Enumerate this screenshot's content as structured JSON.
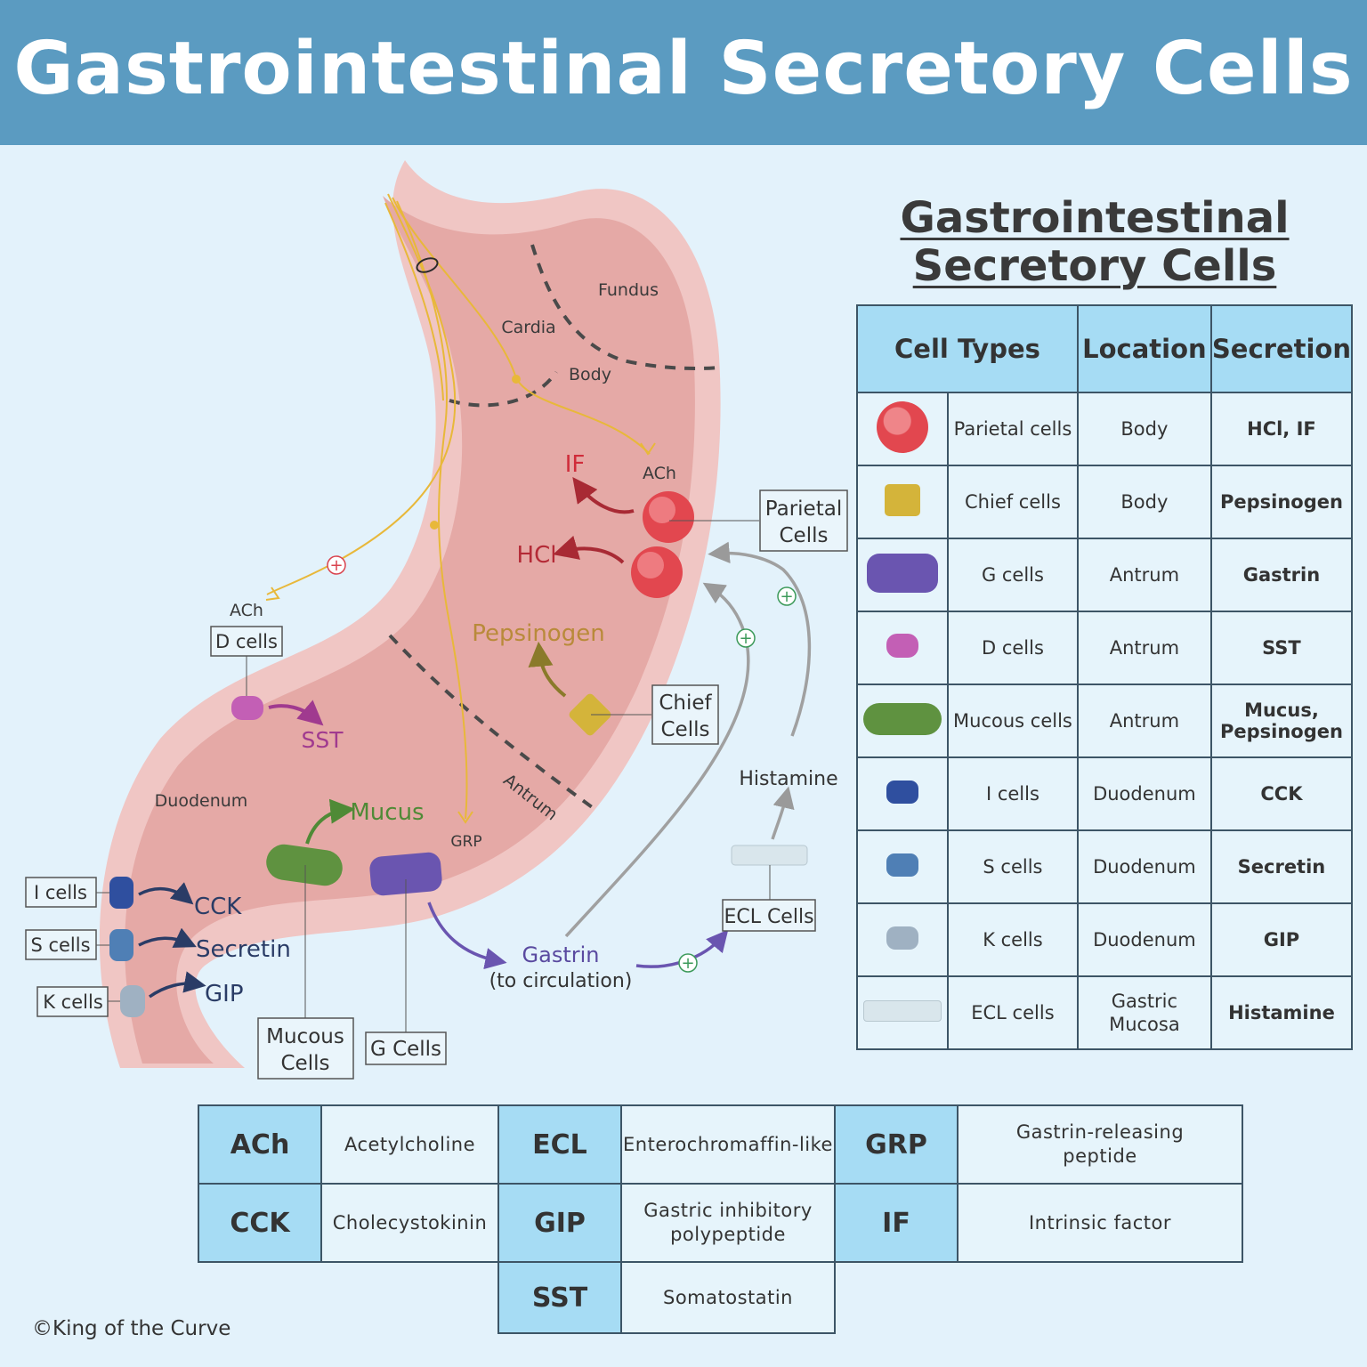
{
  "banner": {
    "title": "Gastrointestinal Secretory Cells"
  },
  "stomach": {
    "regions": {
      "fundus": "Fundus",
      "cardia": "Cardia",
      "body": "Body",
      "antrum": "Antrum",
      "duodenum": "Duodenum"
    },
    "nerve_labels": {
      "ach_top": "ACh",
      "ach_left": "ACh",
      "grp": "GRP"
    },
    "callouts": {
      "parietal": [
        "Parietal",
        "Cells"
      ],
      "chief": [
        "Chief",
        "Cells"
      ],
      "mucous": [
        "Mucous",
        "Cells"
      ],
      "g_cells": "G Cells",
      "d_cells": "D cells",
      "ecl_cells": "ECL Cells",
      "i_cells": "I cells",
      "s_cells": "S cells",
      "k_cells": "K cells"
    },
    "secretions": {
      "if": "IF",
      "hcl": "HCl",
      "pepsinogen": "Pepsinogen",
      "sst": "SST",
      "mucus": "Mucus",
      "cck": "CCK",
      "secretin": "Secretin",
      "gip": "GIP",
      "gastrin": "Gastrin",
      "gastrin_note": "(to circulation)",
      "histamine": "Histamine"
    },
    "colors": {
      "stomach_outer": "#f0c6c4",
      "stomach_inner": "#e5a9a6",
      "nerve": "#e8b83a",
      "parietal": "#e2474f",
      "chief": "#d4b43a",
      "g_cell": "#6a55b0",
      "d_cell": "#c35fb5",
      "mucous": "#5f9240",
      "i_cell": "#2f4f9f",
      "s_cell": "#4f7fb5",
      "k_cell": "#9fb1c2",
      "ecl": "#d9e6ec"
    }
  },
  "cell_table": {
    "title_lines": [
      "Gastrointestinal",
      "Secretory Cells"
    ],
    "headers": [
      "Cell Types",
      "Location",
      "Secretion"
    ],
    "rows": [
      {
        "cell": "Parietal cells",
        "location": "Body",
        "secretion": "HCl, IF",
        "icon": "parietal-cell-icon"
      },
      {
        "cell": "Chief cells",
        "location": "Body",
        "secretion": "Pepsinogen",
        "icon": "chief-cell-icon"
      },
      {
        "cell": "G cells",
        "location": "Antrum",
        "secretion": "Gastrin",
        "icon": "g-cell-icon"
      },
      {
        "cell": "D cells",
        "location": "Antrum",
        "secretion": "SST",
        "icon": "d-cell-icon"
      },
      {
        "cell": "Mucous cells",
        "location": "Antrum",
        "secretion": "Mucus, Pepsinogen",
        "icon": "mucous-cell-icon"
      },
      {
        "cell": "I cells",
        "location": "Duodenum",
        "secretion": "CCK",
        "icon": "i-cell-icon"
      },
      {
        "cell": "S cells",
        "location": "Duodenum",
        "secretion": "Secretin",
        "icon": "s-cell-icon"
      },
      {
        "cell": "K cells",
        "location": "Duodenum",
        "secretion": "GIP",
        "icon": "k-cell-icon"
      },
      {
        "cell": "ECL cells",
        "location": "Gastric Mucosa",
        "secretion": "Histamine",
        "icon": "ecl-cell-icon"
      }
    ]
  },
  "abbreviations": [
    {
      "key": "ACh",
      "value": "Acetylcholine"
    },
    {
      "key": "ECL",
      "value": "Enterochromaffin-like"
    },
    {
      "key": "GRP",
      "value": "Gastrin-releasing peptide"
    },
    {
      "key": "CCK",
      "value": "Cholecystokinin"
    },
    {
      "key": "GIP",
      "value": "Gastric inhibitory polypeptide"
    },
    {
      "key": "IF",
      "value": "Intrinsic factor"
    },
    {
      "key": "SST",
      "value": "Somatostatin"
    }
  ],
  "footer": {
    "copyright": "©King of the Curve"
  }
}
